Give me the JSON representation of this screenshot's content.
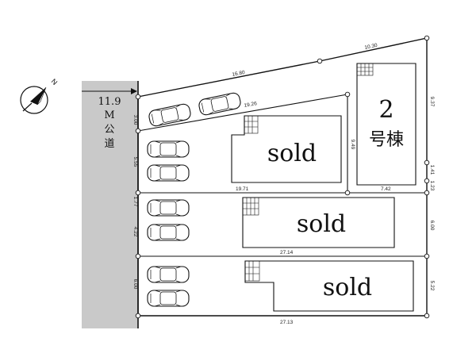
{
  "road": {
    "width": "11.9",
    "unit": "M",
    "line1": "公",
    "line2": "道"
  },
  "north_label": "N",
  "house": {
    "number": "2",
    "label": "号棟"
  },
  "sold_labels": [
    "sold",
    "sold",
    "sold"
  ],
  "dimensions": {
    "top_a": "16.80",
    "top_b": "10.30",
    "inner_top": "19.26",
    "mid_a": "19.71",
    "mid_b": "7.42",
    "row3_top": "27.14",
    "bottom": "27.13",
    "left_1": "3.00",
    "left_2": "5.55",
    "left_3": "1.77",
    "left_4": "4.22",
    "left_5": "6.00",
    "right_1": "9.37",
    "right_2": "1.41",
    "right_3": "1.23",
    "right_4": "6.00",
    "right_5": "5.22",
    "inner_v": "9.49"
  }
}
